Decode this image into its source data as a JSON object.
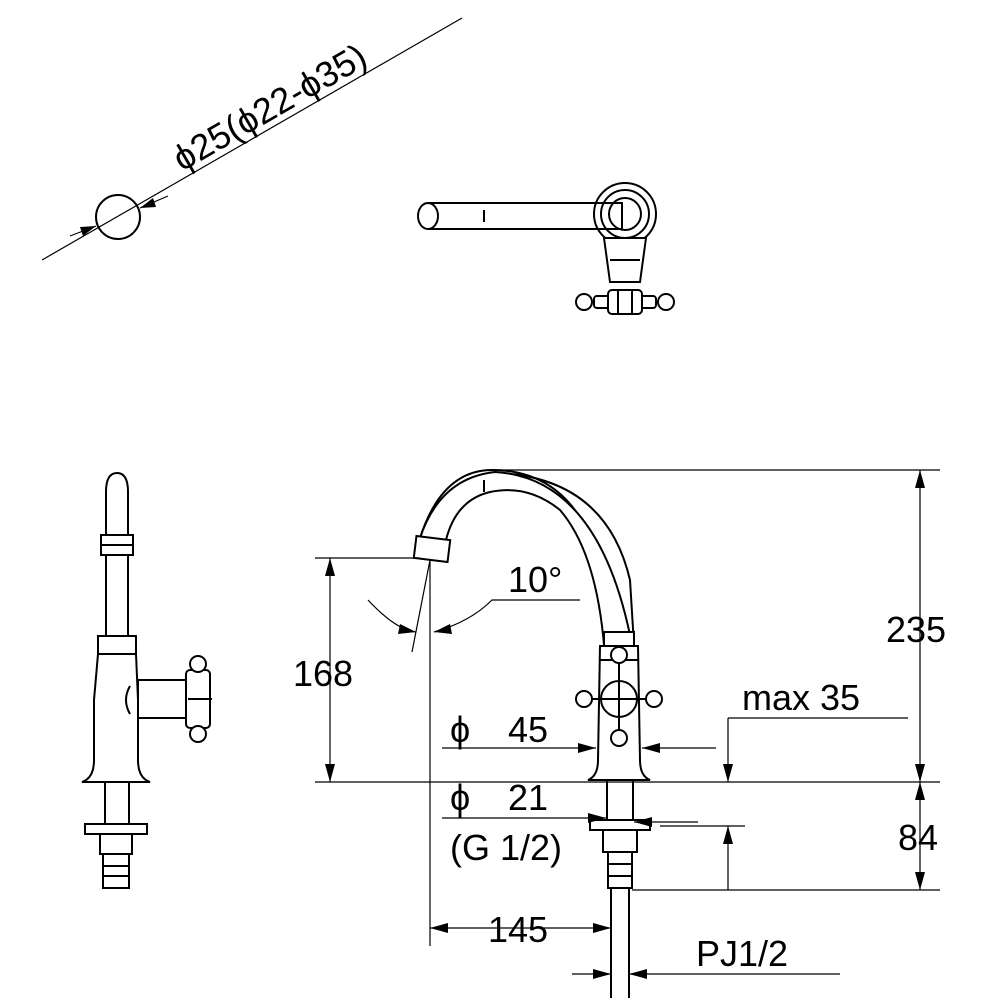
{
  "dimensions": {
    "pipe_diameter": "ϕ25(ϕ22-ϕ35)",
    "spout_angle": "10°",
    "spout_height": "168",
    "total_height": "235",
    "max_thickness": "max  35",
    "base_diameter_symbol": "ϕ",
    "base_diameter": "45",
    "shank_diameter_symbol": "ϕ",
    "shank_diameter": "21",
    "thread": "(G 1/2)",
    "shank_length": "84",
    "spout_reach": "145",
    "connection": "PJ1/2"
  },
  "colors": {
    "line": "#000000",
    "background": "#ffffff"
  }
}
